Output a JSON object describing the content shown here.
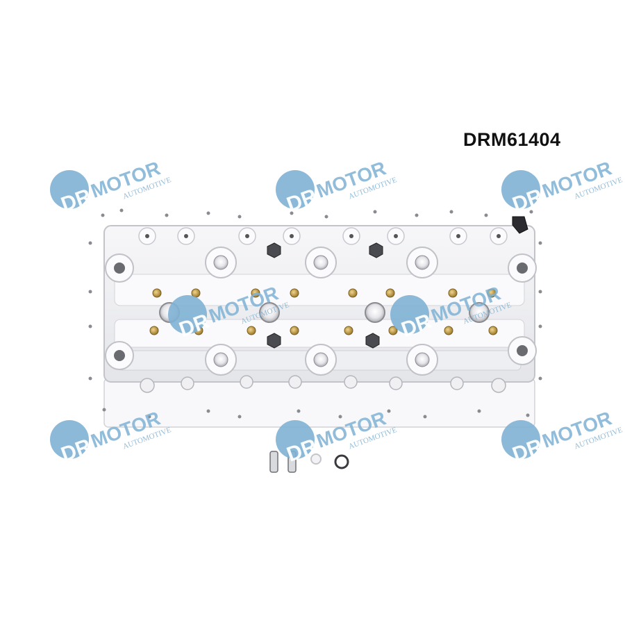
{
  "product": {
    "part_number": "DRM61404",
    "description": "cylinder head with valve guides, dowel pins and seal ring"
  },
  "watermark": {
    "brand_text": "DR.MOTOR",
    "sub_text": "AUTOMOTIVE",
    "circle_text": "DR",
    "accent_color": "#7fb1d4"
  },
  "colors": {
    "part_body": "#f4f4f6",
    "part_shadow": "#c9cace",
    "bore_dark": "#3a3a3a",
    "brass": "#c8a24a"
  }
}
